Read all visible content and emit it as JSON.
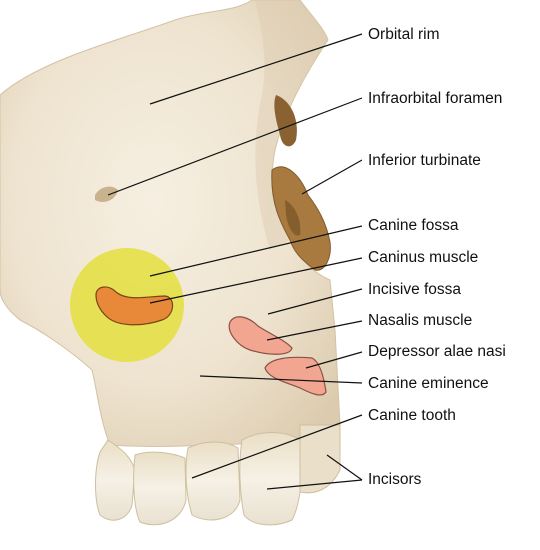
{
  "labels": {
    "orbital_rim": "Orbital rim",
    "infraorbital_foramen": "Infraorbital foramen",
    "inferior_turbinate": "Inferior turbinate",
    "canine_fossa": "Canine fossa",
    "caninus_muscle": "Caninus muscle",
    "incisive_fossa": "Incisive fossa",
    "nasalis_muscle": "Nasalis muscle",
    "depressor_alae_nasi": "Depressor alae nasi",
    "canine_eminence": "Canine eminence",
    "canine_tooth": "Canine tooth",
    "incisors": "Incisors"
  },
  "colors": {
    "background": "#ffffff",
    "bone": "#efe6d4",
    "bone_shadow": "#cdbb9c",
    "turbinate": "#a97a3f",
    "teeth": "#f3eee2",
    "canine_fossa_highlight": "#e4e046",
    "caninus_muscle": "#e8893a",
    "nasalis_muscle": "#f2a591",
    "depressor_alae_nasi": "#f2a591",
    "leader_line": "#111111"
  }
}
